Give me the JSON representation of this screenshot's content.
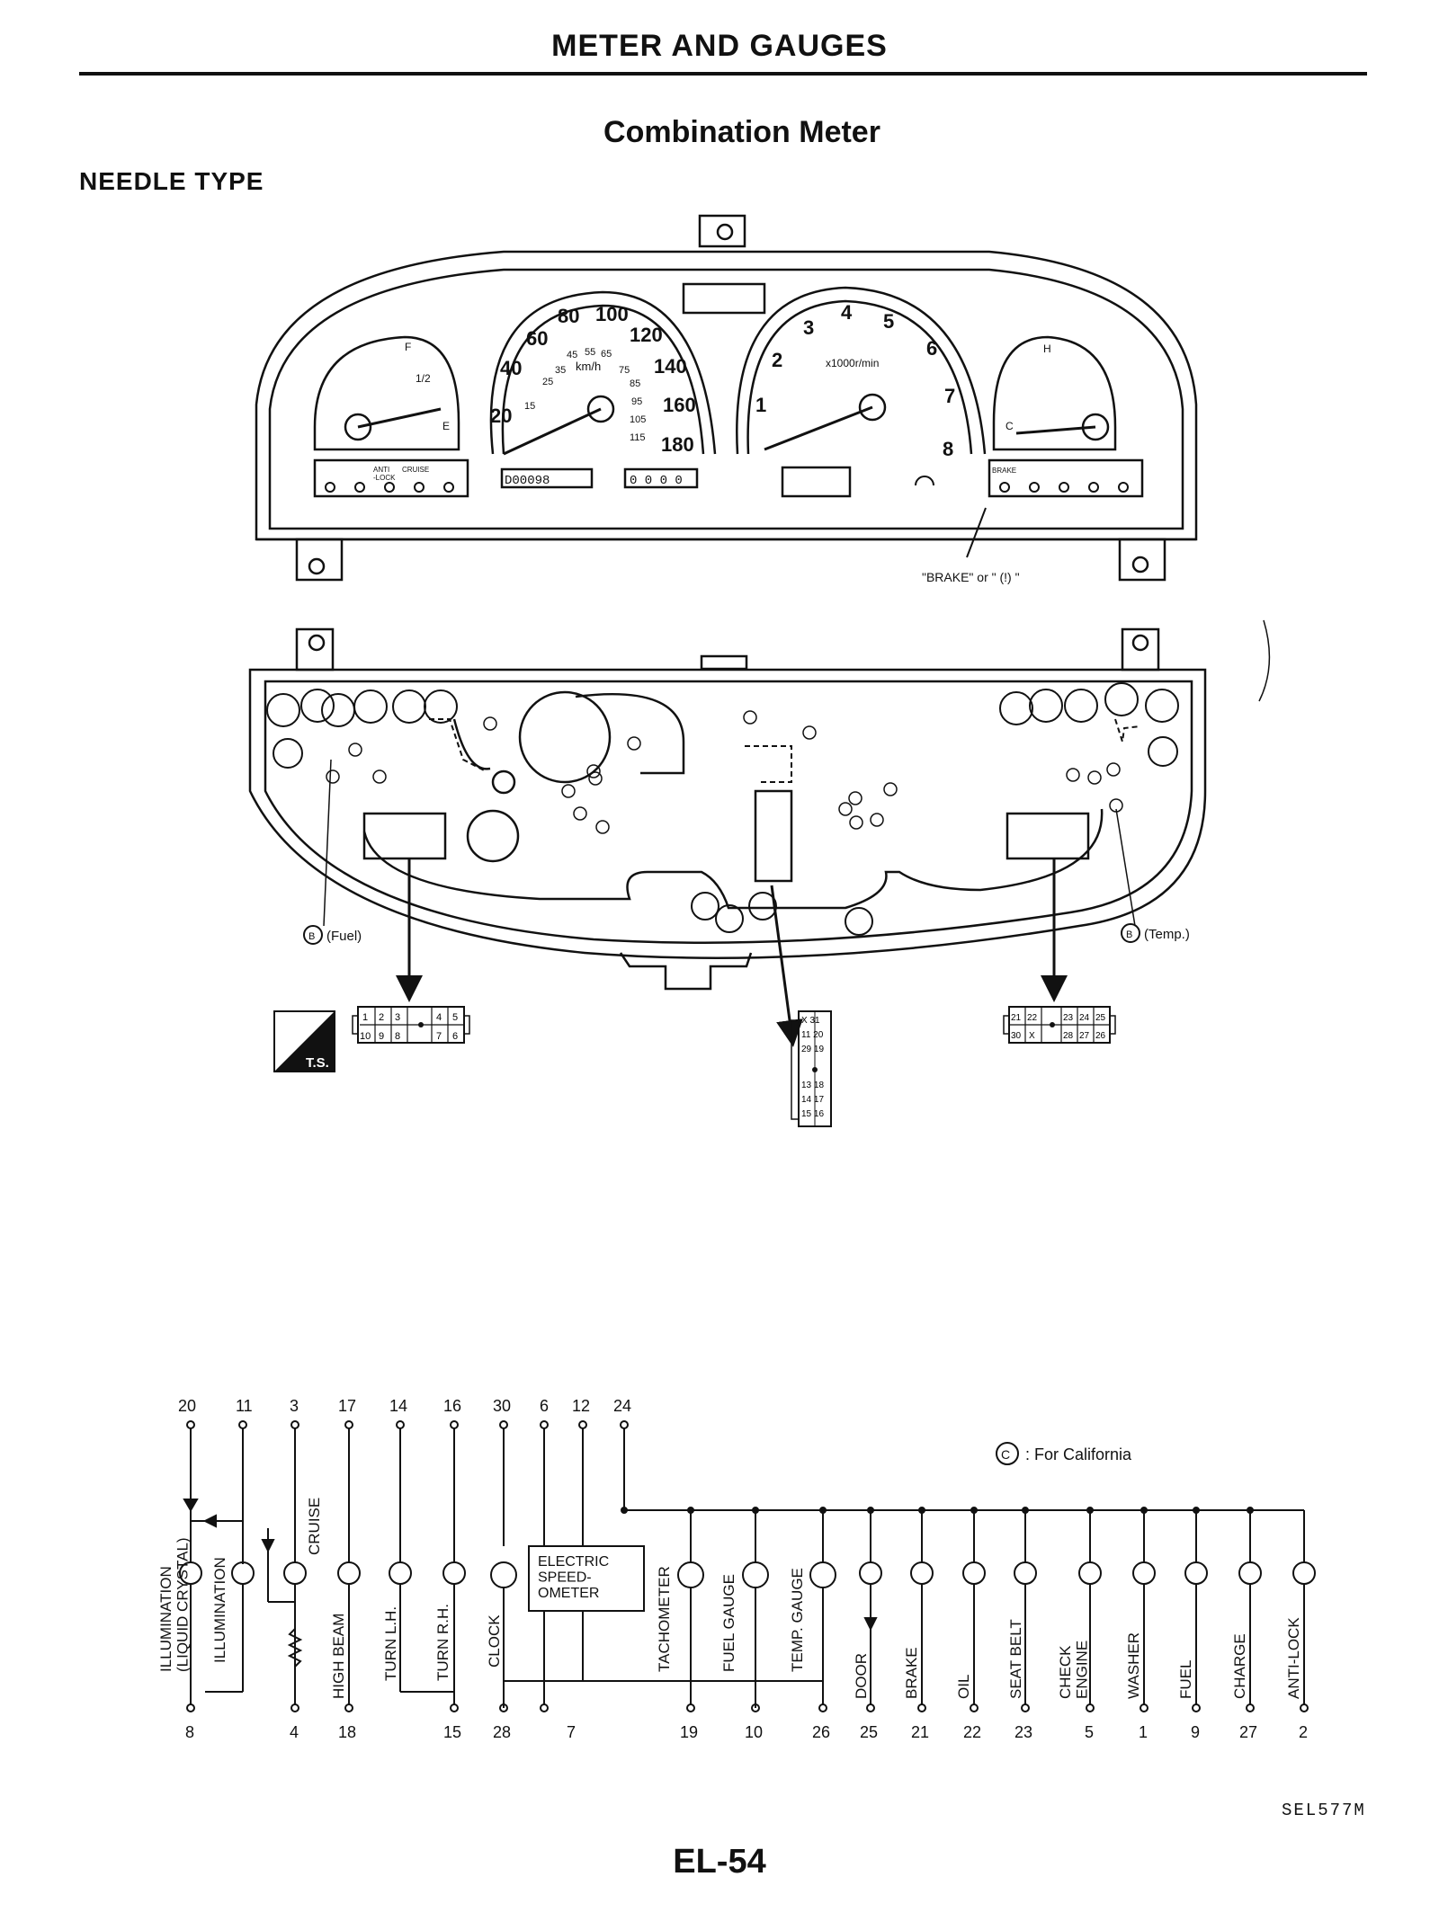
{
  "header": {
    "title": "METER AND GAUGES"
  },
  "section": {
    "title": "Combination Meter",
    "subtitle": "NEEDLE TYPE"
  },
  "front_view": {
    "speedo_ticks": [
      "20",
      "40",
      "60",
      "80",
      "100",
      "120",
      "140",
      "160",
      "180"
    ],
    "speedo_mph": [
      "15",
      "25",
      "35",
      "45",
      "55",
      "65",
      "75",
      "85",
      "95",
      "105",
      "115"
    ],
    "speedo_unit": "km/h",
    "odometer": "D00098",
    "trip": "0 0 0 0",
    "tacho_ticks": [
      "1",
      "2",
      "3",
      "4",
      "5",
      "6",
      "7",
      "8"
    ],
    "tacho_unit": "x1000r/min",
    "fuel_marks": {
      "full": "F",
      "half": "1/2",
      "empty": "E"
    },
    "temp_marks": {
      "hot": "H",
      "cold": "C"
    },
    "left_warning": {
      "anti_lock": "ANTI\n-LOCK",
      "cruise": "CRUISE"
    },
    "right_warning": {
      "brake": "BRAKE"
    },
    "brake_callout": "\"BRAKE\" or \" (!) \""
  },
  "rear_view": {
    "fuel_callout": "(Fuel)",
    "temp_callout": "(Temp.)",
    "callout_letter": "B",
    "ts_badge": "T.S.",
    "conn_left": {
      "top": [
        "1",
        "2",
        "3",
        "",
        "4",
        "5"
      ],
      "bottom": [
        "10",
        "9",
        "8",
        "",
        "7",
        "6"
      ]
    },
    "conn_right": {
      "top": [
        "21",
        "22",
        "",
        "23",
        "24",
        "25"
      ],
      "bottom": [
        "30",
        "X",
        "",
        "28",
        "27",
        "26"
      ]
    },
    "conn_mid": [
      "X 31",
      "11 20",
      "29 19",
      "",
      "13 18",
      "14 17",
      "15 16"
    ]
  },
  "schematic": {
    "legend": ": For California",
    "legend_symbol": "C",
    "top_pins": [
      "20",
      "11",
      "3",
      "17",
      "14",
      "16",
      "30",
      "6",
      "12",
      "24"
    ],
    "bottom_pins": [
      "8",
      "4",
      "18",
      "15",
      "28",
      "7",
      "19",
      "10",
      "26",
      "25",
      "21",
      "22",
      "23",
      "5",
      "1",
      "9",
      "27",
      "2"
    ],
    "labels": {
      "illum_lcd": "ILLUMINATION\n(LIQUID CRYSTAL)",
      "illum": "ILLUMINATION",
      "cruise": "CRUISE",
      "high_beam": "HIGH BEAM",
      "turn_lh": "TURN L.H.",
      "turn_rh": "TURN R.H.",
      "clock": "CLOCK",
      "speedo": "ELECTRIC\nSPEED-\nOMETER",
      "tachometer": "TACHOMETER",
      "fuel_gauge": "FUEL GAUGE",
      "temp_gauge": "TEMP. GAUGE",
      "door": "DOOR",
      "brake": "BRAKE",
      "oil": "OIL",
      "seat_belt": "SEAT BELT",
      "check_engine": "CHECK\nENGINE",
      "washer": "WASHER",
      "fuel": "FUEL",
      "charge": "CHARGE",
      "anti_lock": "ANTI-LOCK"
    }
  },
  "footer": {
    "figure_code": "SEL577M",
    "page": "EL-54"
  }
}
